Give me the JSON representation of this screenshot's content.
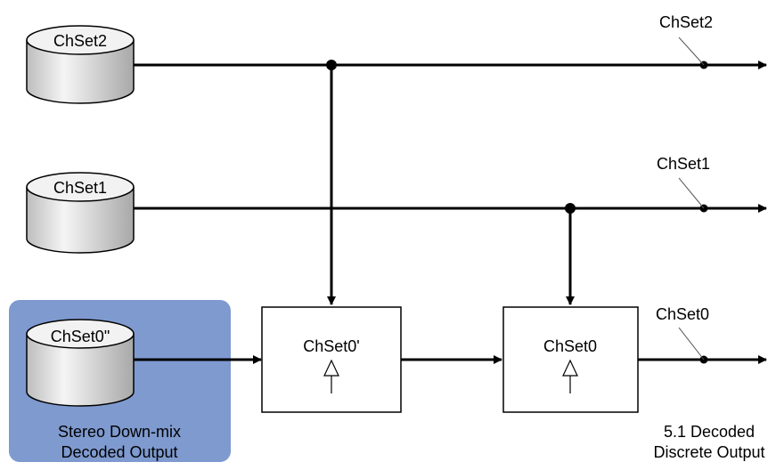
{
  "sources": {
    "chset2": "ChSet2",
    "chset1": "ChSet1",
    "chset0pp": "ChSet0\""
  },
  "processors": {
    "chset0p": "ChSet0'",
    "chset0": "ChSet0"
  },
  "outputs": {
    "chset2": "ChSet2",
    "chset1": "ChSet1",
    "chset0": "ChSet0"
  },
  "captions": {
    "stereo_line1": "Stereo Down-mix",
    "stereo_line2": "Decoded Output",
    "discrete_line1": "5.1 Decoded",
    "discrete_line2": "Discrete Output"
  },
  "colors": {
    "highlight": "#7f9acf",
    "cylinder_top": "#f2f2f2",
    "cylinder_side": "#d9d9d9"
  }
}
